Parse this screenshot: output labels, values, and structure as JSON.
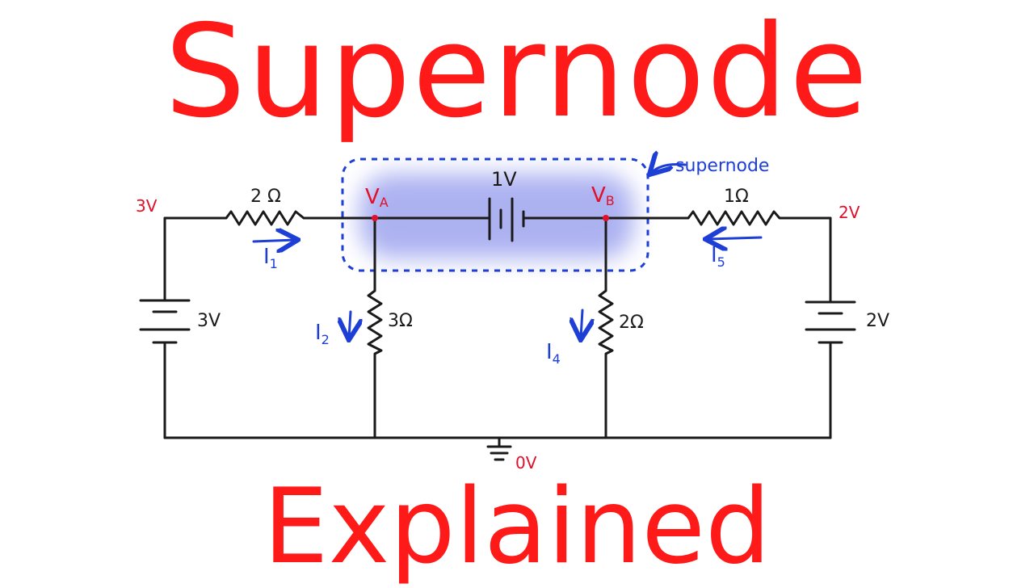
{
  "title": "Supernode",
  "subtitle": "Explained",
  "colors": {
    "title": "#ff1a1a",
    "wire": "#1a1a1a",
    "annotation_red": "#e0102a",
    "annotation_blue": "#1d3fd6",
    "supernode_fill": "#4a55e0"
  },
  "labels": {
    "supernode": "supernode",
    "va": "V",
    "va_sub": "A",
    "vb": "V",
    "vb_sub": "B",
    "battery_top": "1V",
    "left_node_v": "3V",
    "right_node_v": "2V",
    "ground_v": "0V",
    "r1": "2 Ω",
    "r5": "1Ω",
    "r2": "3Ω",
    "r4": "2Ω",
    "src_left": "3V",
    "src_right": "2V",
    "i1": "I",
    "i1_sub": "1",
    "i2": "I",
    "i2_sub": "2",
    "i4": "I",
    "i4_sub": "4",
    "i5": "I",
    "i5_sub": "5"
  }
}
